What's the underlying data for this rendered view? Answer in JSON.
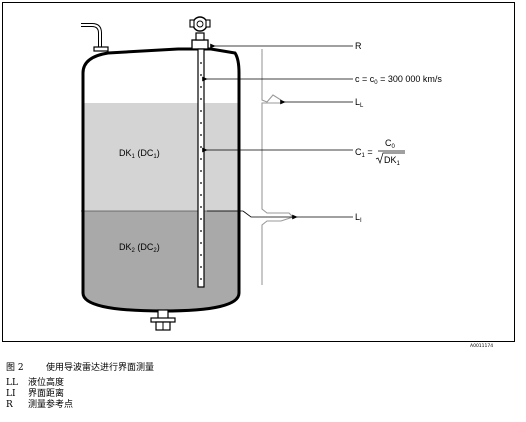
{
  "labels": {
    "reference_point": "R",
    "speed_of_light": {
      "base": "c = c",
      "sub": "0",
      "rest": " = 300 000 km/s"
    },
    "level_LL": {
      "base": "L",
      "sub": "L"
    },
    "level_LI": {
      "base": "L",
      "sub": "I"
    },
    "medium_1": {
      "a": "DK",
      "a_sub": "1",
      "b": " (DC",
      "b_sub": "1",
      "c": ")"
    },
    "medium_2": {
      "a": "DK",
      "a_sub": "2",
      "b": " (DC",
      "b_sub": "2",
      "c": ")"
    },
    "formula": {
      "lhs": "C",
      "lhs_sub": "1",
      "eq": " =",
      "num": "C",
      "num_sub": "0",
      "den": "DK",
      "den_sub": "1"
    }
  },
  "figure_id": "A0011174",
  "caption": {
    "number": "图 2",
    "text": "使用导波雷达进行界面测量"
  },
  "legend": [
    {
      "code": "LL",
      "text": "液位高度"
    },
    {
      "code": "LI",
      "text": "界面距离"
    },
    {
      "code": "R",
      "text": "测量参考点"
    }
  ],
  "colors": {
    "upper_medium": "#d4d4d4",
    "lower_medium": "#a9a9a9",
    "air": "#ffffff",
    "outline": "#000000",
    "signal_trace": "#9a9a9a"
  }
}
